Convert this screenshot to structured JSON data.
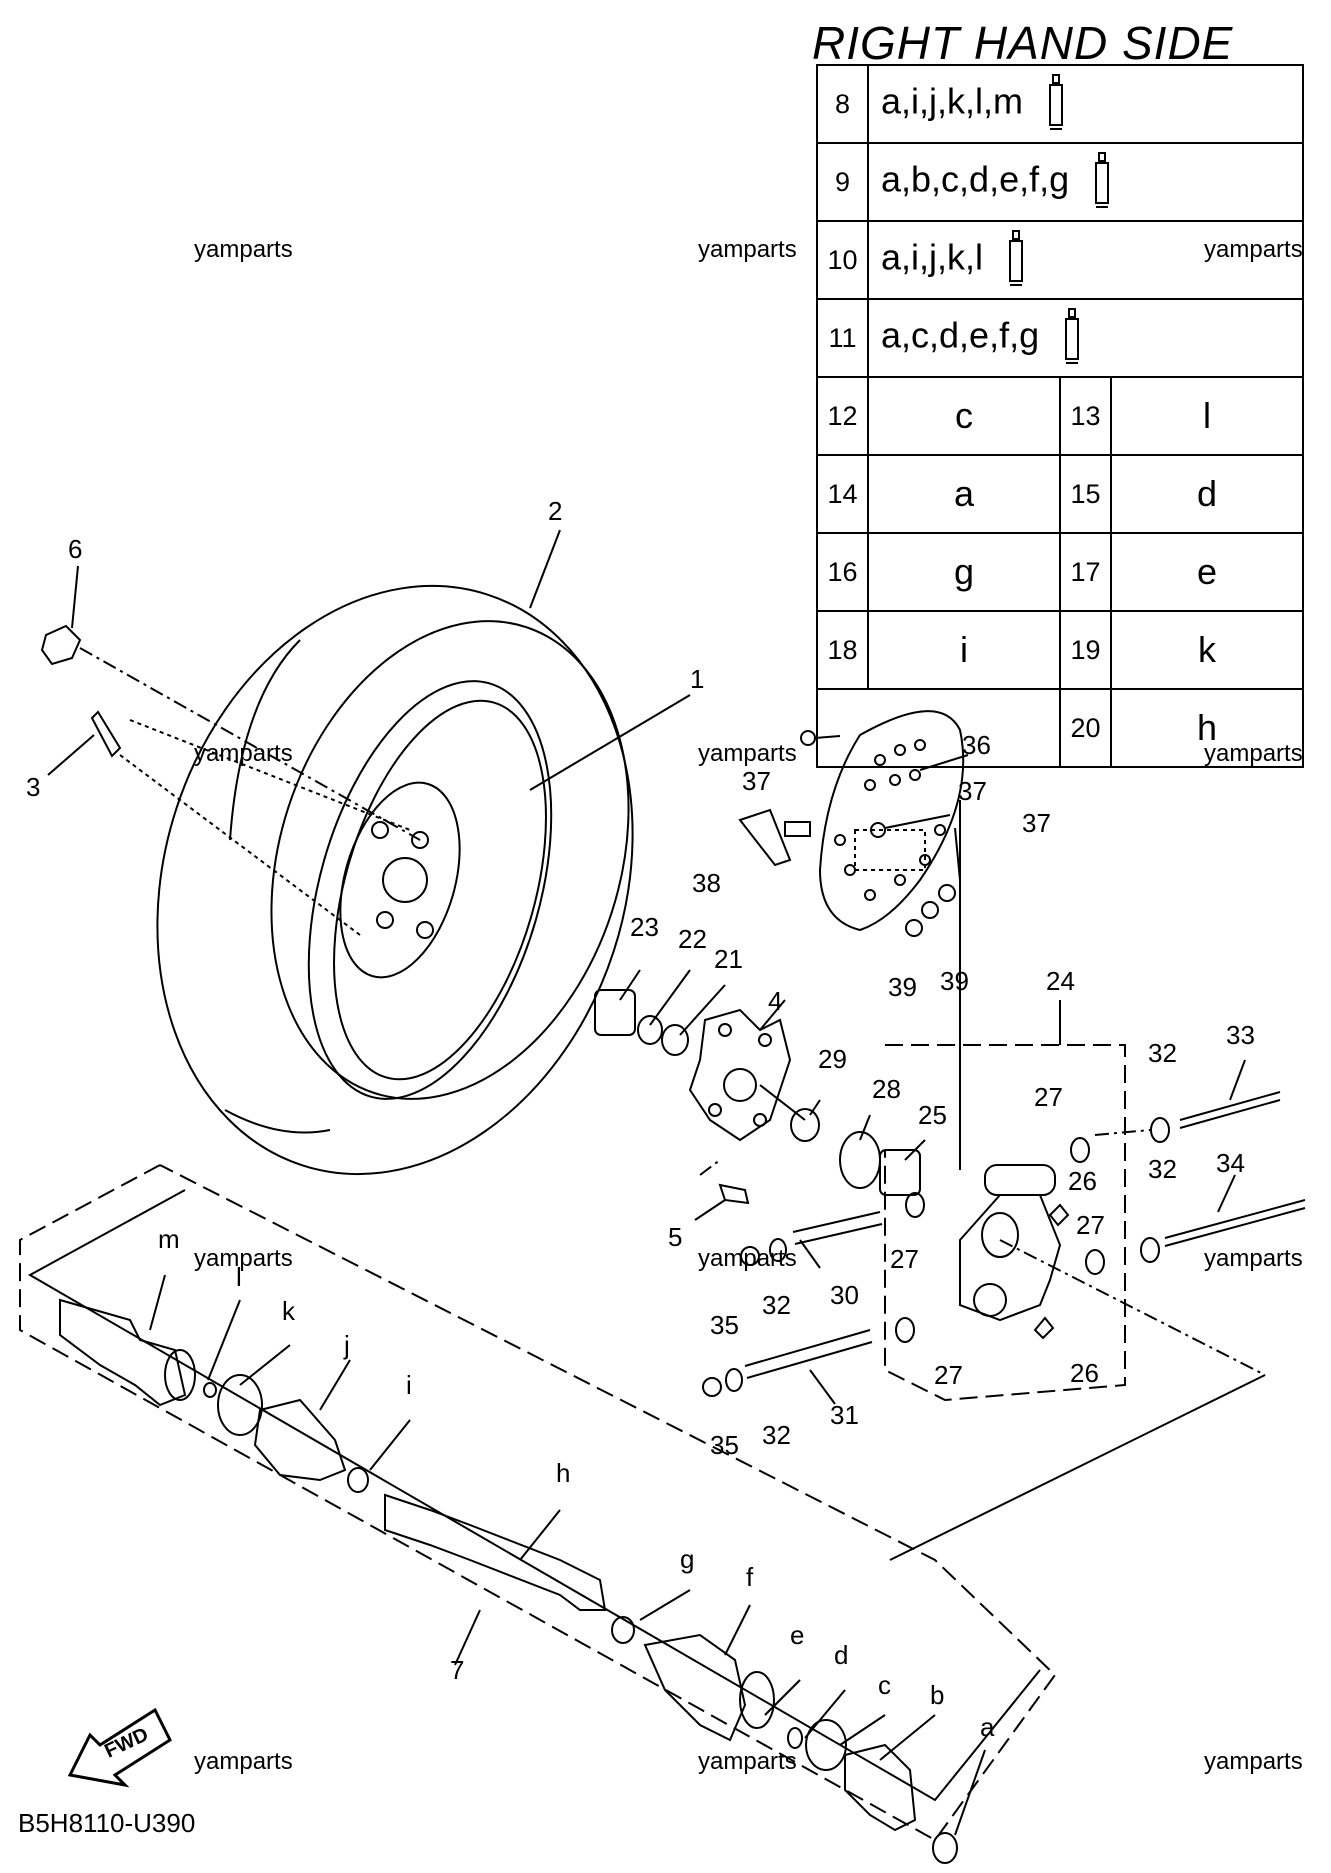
{
  "header": {
    "title": "RIGHT HAND SIDE"
  },
  "table": {
    "kit_rows": [
      {
        "num": "8",
        "codes": "a,i,j,k,l,m"
      },
      {
        "num": "9",
        "codes": "a,b,c,d,e,f,g"
      },
      {
        "num": "10",
        "codes": "a,i,j,k,l"
      },
      {
        "num": "11",
        "codes": "a,c,d,e,f,g"
      }
    ],
    "pair_rows": [
      {
        "n1": "12",
        "l1": "c",
        "n2": "13",
        "l2": "l"
      },
      {
        "n1": "14",
        "l1": "a",
        "n2": "15",
        "l2": "d"
      },
      {
        "n1": "16",
        "l1": "g",
        "n2": "17",
        "l2": "e"
      },
      {
        "n1": "18",
        "l1": "i",
        "n2": "19",
        "l2": "k"
      }
    ],
    "last_row": {
      "n": "20",
      "l": "h"
    }
  },
  "watermark": "yamparts",
  "callouts": {
    "c1": "1",
    "c2": "2",
    "c3": "3",
    "c4": "4",
    "c5": "5",
    "c6": "6",
    "c7": "7",
    "c21": "21",
    "c22": "22",
    "c23": "23",
    "c24": "24",
    "c25": "25",
    "c26a": "26",
    "c26b": "26",
    "c27a": "27",
    "c27b": "27",
    "c27c": "27",
    "c27d": "27",
    "c28": "28",
    "c29": "29",
    "c30": "30",
    "c31": "31",
    "c32a": "32",
    "c32b": "32",
    "c32c": "32",
    "c32d": "32",
    "c33": "33",
    "c34": "34",
    "c35a": "35",
    "c35b": "35",
    "c36": "36",
    "c37a": "37",
    "c37b": "37",
    "c37c": "37",
    "c38": "38",
    "c39a": "39",
    "c39b": "39",
    "m": "m",
    "l": "l",
    "k": "k",
    "j": "j",
    "i": "i",
    "h": "h",
    "g": "g",
    "f": "f",
    "e": "e",
    "d": "d",
    "c": "c",
    "b": "b",
    "a": "a"
  },
  "fwd_label": "FWD",
  "diagram_code": "B5H8110-U390"
}
